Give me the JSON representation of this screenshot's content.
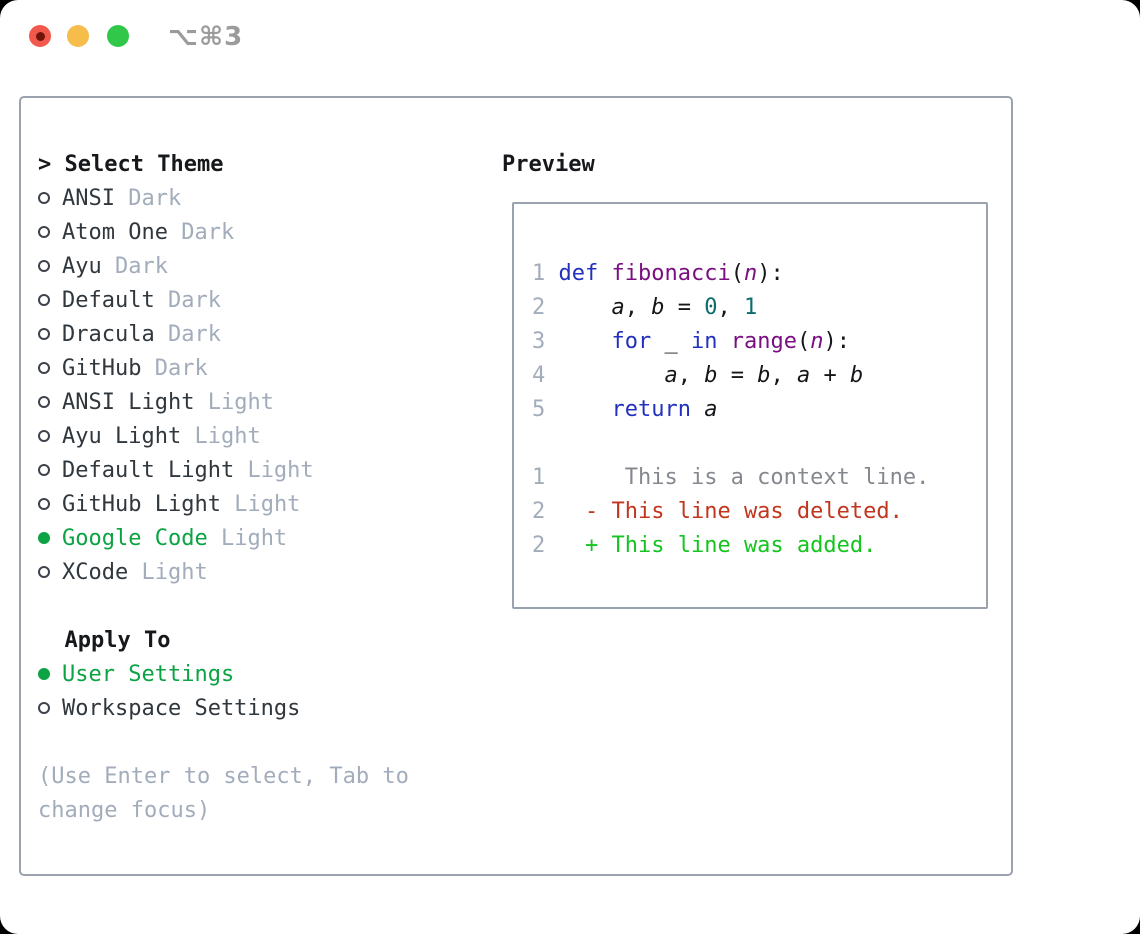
{
  "window": {
    "title": "⌥⌘3",
    "traffic_lights": [
      "close",
      "minimize",
      "zoom"
    ]
  },
  "colors": {
    "accent_green": "#0ca344",
    "keyword_blue": "#2231bd",
    "function_purple": "#7a0f82",
    "number_teal": "#0c6d6d",
    "deleted_red": "#c2351f",
    "added_green": "#15c41f",
    "muted_gray": "#a2acbb",
    "text_dark": "#30373d",
    "panel_border": "#9aa3ad",
    "traffic_red": "#f2584c",
    "traffic_yellow": "#f6bd4a",
    "traffic_green": "#31c748"
  },
  "theme_menu": {
    "pointer": ">",
    "header": "Select Theme",
    "items": [
      {
        "id": "ansi-dark",
        "name": "ANSI",
        "variant": "Dark",
        "selected": false
      },
      {
        "id": "atom-one-dark",
        "name": "Atom One",
        "variant": "Dark",
        "selected": false
      },
      {
        "id": "ayu-dark",
        "name": "Ayu",
        "variant": "Dark",
        "selected": false
      },
      {
        "id": "default-dark",
        "name": "Default",
        "variant": "Dark",
        "selected": false
      },
      {
        "id": "dracula-dark",
        "name": "Dracula",
        "variant": "Dark",
        "selected": false
      },
      {
        "id": "github-dark",
        "name": "GitHub",
        "variant": "Dark",
        "selected": false
      },
      {
        "id": "ansi-light",
        "name": "ANSI Light",
        "variant": "Light",
        "selected": false
      },
      {
        "id": "ayu-light",
        "name": "Ayu Light",
        "variant": "Light",
        "selected": false
      },
      {
        "id": "default-light",
        "name": "Default Light",
        "variant": "Light",
        "selected": false
      },
      {
        "id": "github-light",
        "name": "GitHub Light",
        "variant": "Light",
        "selected": false
      },
      {
        "id": "google-code-light",
        "name": "Google Code",
        "variant": "Light",
        "selected": true
      },
      {
        "id": "xcode-light",
        "name": "XCode",
        "variant": "Light",
        "selected": false
      }
    ]
  },
  "apply_to": {
    "header": "Apply To",
    "options": [
      {
        "id": "user-settings",
        "label": "User Settings",
        "selected": true
      },
      {
        "id": "workspace-settings",
        "label": "Workspace Settings",
        "selected": false
      }
    ]
  },
  "help_text_line1": "(Use Enter to select, Tab to",
  "help_text_line2": "change focus)",
  "preview": {
    "header": "Preview",
    "code_lines": [
      {
        "num": "1",
        "segments": [
          {
            "t": "def",
            "c": "kw"
          },
          {
            "t": " "
          },
          {
            "t": "fibonacci",
            "c": "fn"
          },
          {
            "t": "("
          },
          {
            "t": "n",
            "c": "param"
          },
          {
            "t": "):"
          }
        ]
      },
      {
        "num": "2",
        "segments": [
          {
            "t": "    "
          },
          {
            "t": "a",
            "c": "var"
          },
          {
            "t": ", "
          },
          {
            "t": "b",
            "c": "var"
          },
          {
            "t": " = "
          },
          {
            "t": "0",
            "c": "num"
          },
          {
            "t": ", "
          },
          {
            "t": "1",
            "c": "num"
          }
        ]
      },
      {
        "num": "3",
        "segments": [
          {
            "t": "    "
          },
          {
            "t": "for",
            "c": "kw"
          },
          {
            "t": " _ "
          },
          {
            "t": "in",
            "c": "kw"
          },
          {
            "t": " "
          },
          {
            "t": "range",
            "c": "fn"
          },
          {
            "t": "("
          },
          {
            "t": "n",
            "c": "param"
          },
          {
            "t": "):"
          }
        ]
      },
      {
        "num": "4",
        "segments": [
          {
            "t": "        "
          },
          {
            "t": "a",
            "c": "var"
          },
          {
            "t": ", "
          },
          {
            "t": "b",
            "c": "var"
          },
          {
            "t": " = "
          },
          {
            "t": "b",
            "c": "var"
          },
          {
            "t": ", "
          },
          {
            "t": "a",
            "c": "var"
          },
          {
            "t": " + "
          },
          {
            "t": "b",
            "c": "var"
          }
        ]
      },
      {
        "num": "5",
        "segments": [
          {
            "t": "    "
          },
          {
            "t": "return",
            "c": "kw"
          },
          {
            "t": " "
          },
          {
            "t": "a",
            "c": "var"
          }
        ]
      }
    ],
    "diff_lines": [
      {
        "num": "1",
        "segments": [
          {
            "t": "     This is a context line.",
            "c": "ctx"
          }
        ]
      },
      {
        "num": "2",
        "segments": [
          {
            "t": "  "
          },
          {
            "t": "- This line was deleted.",
            "c": "del"
          }
        ]
      },
      {
        "num": "2",
        "segments": [
          {
            "t": "  "
          },
          {
            "t": "+ This line was added.",
            "c": "add"
          }
        ]
      }
    ]
  }
}
